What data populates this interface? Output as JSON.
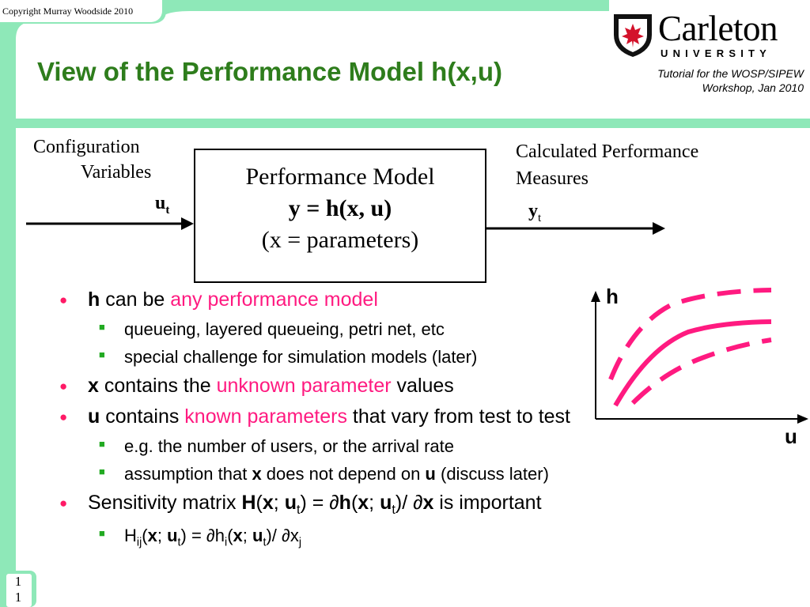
{
  "header": {
    "copyright": "Copyright Murray Woodside 2010",
    "title": "View of the Performance Model h(x,u)",
    "university_name": "Carleton",
    "university_sub": "UNIVERSITY",
    "tutorial_line1": "Tutorial for the WOSP/SIPEW",
    "tutorial_line2": "Workshop, Jan 2010"
  },
  "diagram": {
    "config_line1": "Configuration",
    "config_line2": "Variables",
    "input_var": "u",
    "input_sub": "t",
    "box_line1": "Performance Model",
    "box_line2": "y = h(x, u)",
    "box_line3": "(x = parameters)",
    "calc_line1": "Calculated Performance",
    "calc_line2": "Measures",
    "output_var": "y",
    "output_sub": "t"
  },
  "bullets": {
    "b1_bold": "h",
    "b1_text": " can be ",
    "b1_hl": "any performance model",
    "b1_s1": "queueing, layered queueing, petri  net, etc",
    "b1_s2": "special challenge for simulation models (later)",
    "b2_bold": "x",
    "b2_text": " contains the ",
    "b2_hl": "unknown parameter",
    "b2_tail": " values",
    "b3_bold": "u",
    "b3_text": " contains ",
    "b3_hl": "known parameters",
    "b3_tail": " that vary from test to test",
    "b3_s1": "e.g. the number of users, or the arrival rate",
    "b3_s2_a": "assumption that ",
    "b3_s2_x": "x",
    "b3_s2_b": " does not depend on ",
    "b3_s2_u": "u",
    "b3_s2_c": " (discuss later)",
    "b4_a": "Sensitivity matrix ",
    "b4_H": "H",
    "b4_b": "(",
    "b4_x": "x",
    "b4_c": "; ",
    "b4_u": "u",
    "b4_t": "t",
    "b4_d": ") = ∂",
    "b4_h": "h",
    "b4_e": "(",
    "b4_x2": "x",
    "b4_f": "; ",
    "b4_u2": "u",
    "b4_t2": "t",
    "b4_g": ")/ ∂",
    "b4_x3": "x",
    "b4_tail": " is important",
    "b4_s1_a": "H",
    "b4_s1_ij": "ij",
    "b4_s1_b": "(",
    "b4_s1_x": "x",
    "b4_s1_c": "; ",
    "b4_s1_u": "u",
    "b4_s1_t": "t",
    "b4_s1_d": ") = ∂h",
    "b4_s1_i": "i",
    "b4_s1_e": "(",
    "b4_s1_x2": "x",
    "b4_s1_f": "; ",
    "b4_s1_u2": "u",
    "b4_s1_t2": "t",
    "b4_s1_g": ")/ ∂x",
    "b4_s1_j": "j"
  },
  "graph": {
    "y_label": "h",
    "x_label": "u"
  },
  "footer": {
    "page_line1": "1",
    "page_line2": "1"
  },
  "colors": {
    "title": "#2e7d1c",
    "highlight": "#ff1a80",
    "band": "#8ee8b8",
    "bullet": "#ff1a66",
    "sub_bullet": "#22aa22"
  }
}
